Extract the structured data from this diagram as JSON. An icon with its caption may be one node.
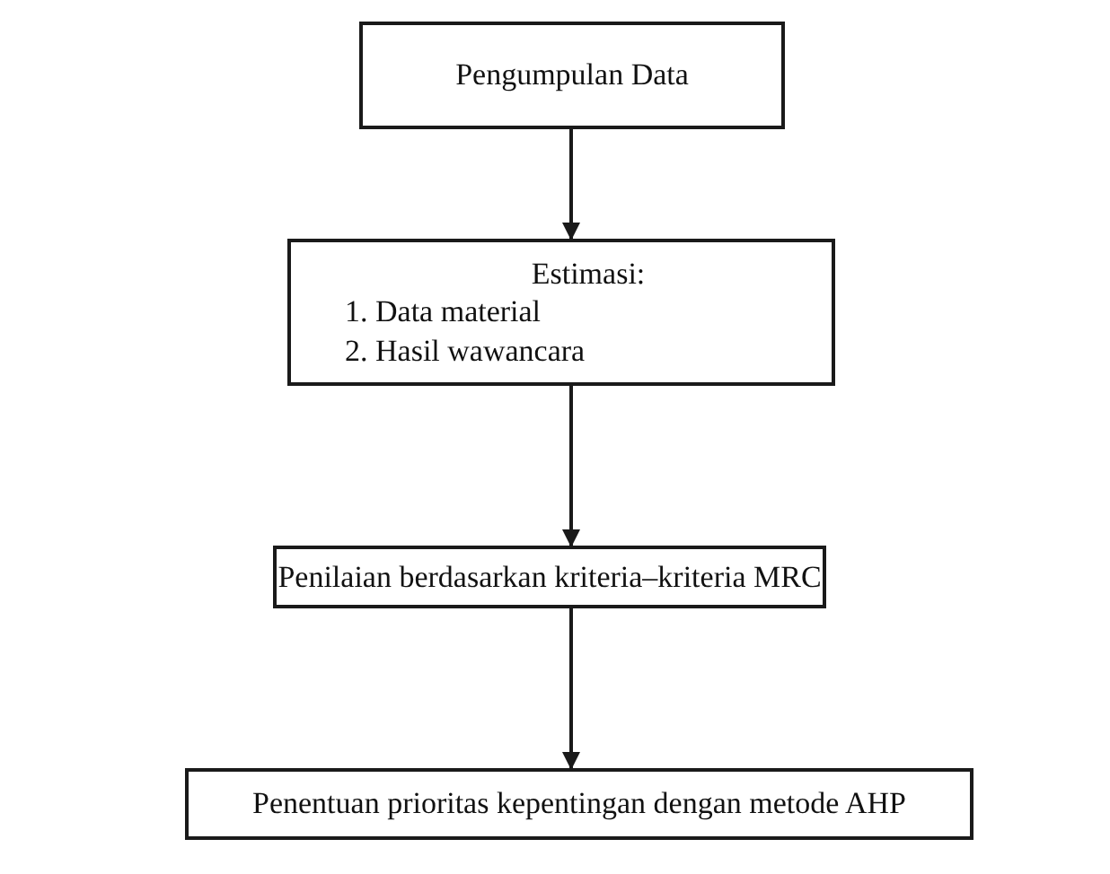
{
  "diagram": {
    "nodes": [
      {
        "text": [
          "Pengumpulan Data"
        ]
      },
      {
        "text": [
          "Estimasi:",
          "1. Data material",
          "2. Hasil wawancara"
        ]
      },
      {
        "text": [
          "Penilaian berdasarkan kriteria–kriteria MRC"
        ]
      },
      {
        "text": [
          "Penentuan prioritas kepentingan dengan metode AHP"
        ]
      }
    ],
    "edges": [
      {
        "from": 0,
        "to": 1,
        "arrow": "to"
      },
      {
        "from": 1,
        "to": 2,
        "arrow": "to"
      },
      {
        "from": 2,
        "to": 3,
        "arrow": "to"
      }
    ]
  }
}
